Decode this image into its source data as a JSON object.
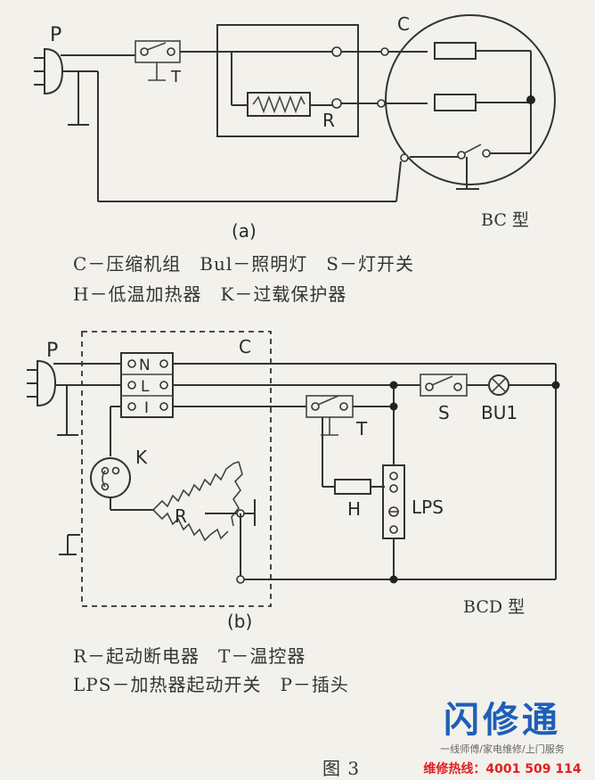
{
  "diagram_a": {
    "labels": {
      "plug": "P",
      "thermostat": "T",
      "compressor": "C",
      "starter": "R"
    },
    "sublabel": "(a)",
    "type_label": "BC 型",
    "legend_line1": "C－压缩机组　Bul－照明灯　S－灯开关",
    "legend_line2": "H－低温加热器　K－过载保护器"
  },
  "diagram_b": {
    "labels": {
      "plug": "P",
      "box": "C",
      "term_n": "N",
      "term_l": "L",
      "term_i": "I",
      "overload": "K",
      "starter": "R",
      "thermostat": "T",
      "switch": "S",
      "lamp": "BU1",
      "heater": "H",
      "lps": "LPS"
    },
    "sublabel": "(b)",
    "type_label": "BCD 型",
    "legend_line1": "R－起动断电器　T－温控器",
    "legend_line2": "LPS－加热器起动开关　P－插头"
  },
  "figure_caption": "图 3",
  "watermark": {
    "brand": "闪修通",
    "tagline": "一线师傅/家电维修/上门服务",
    "hotline": "维修热线：4001 509 114"
  }
}
